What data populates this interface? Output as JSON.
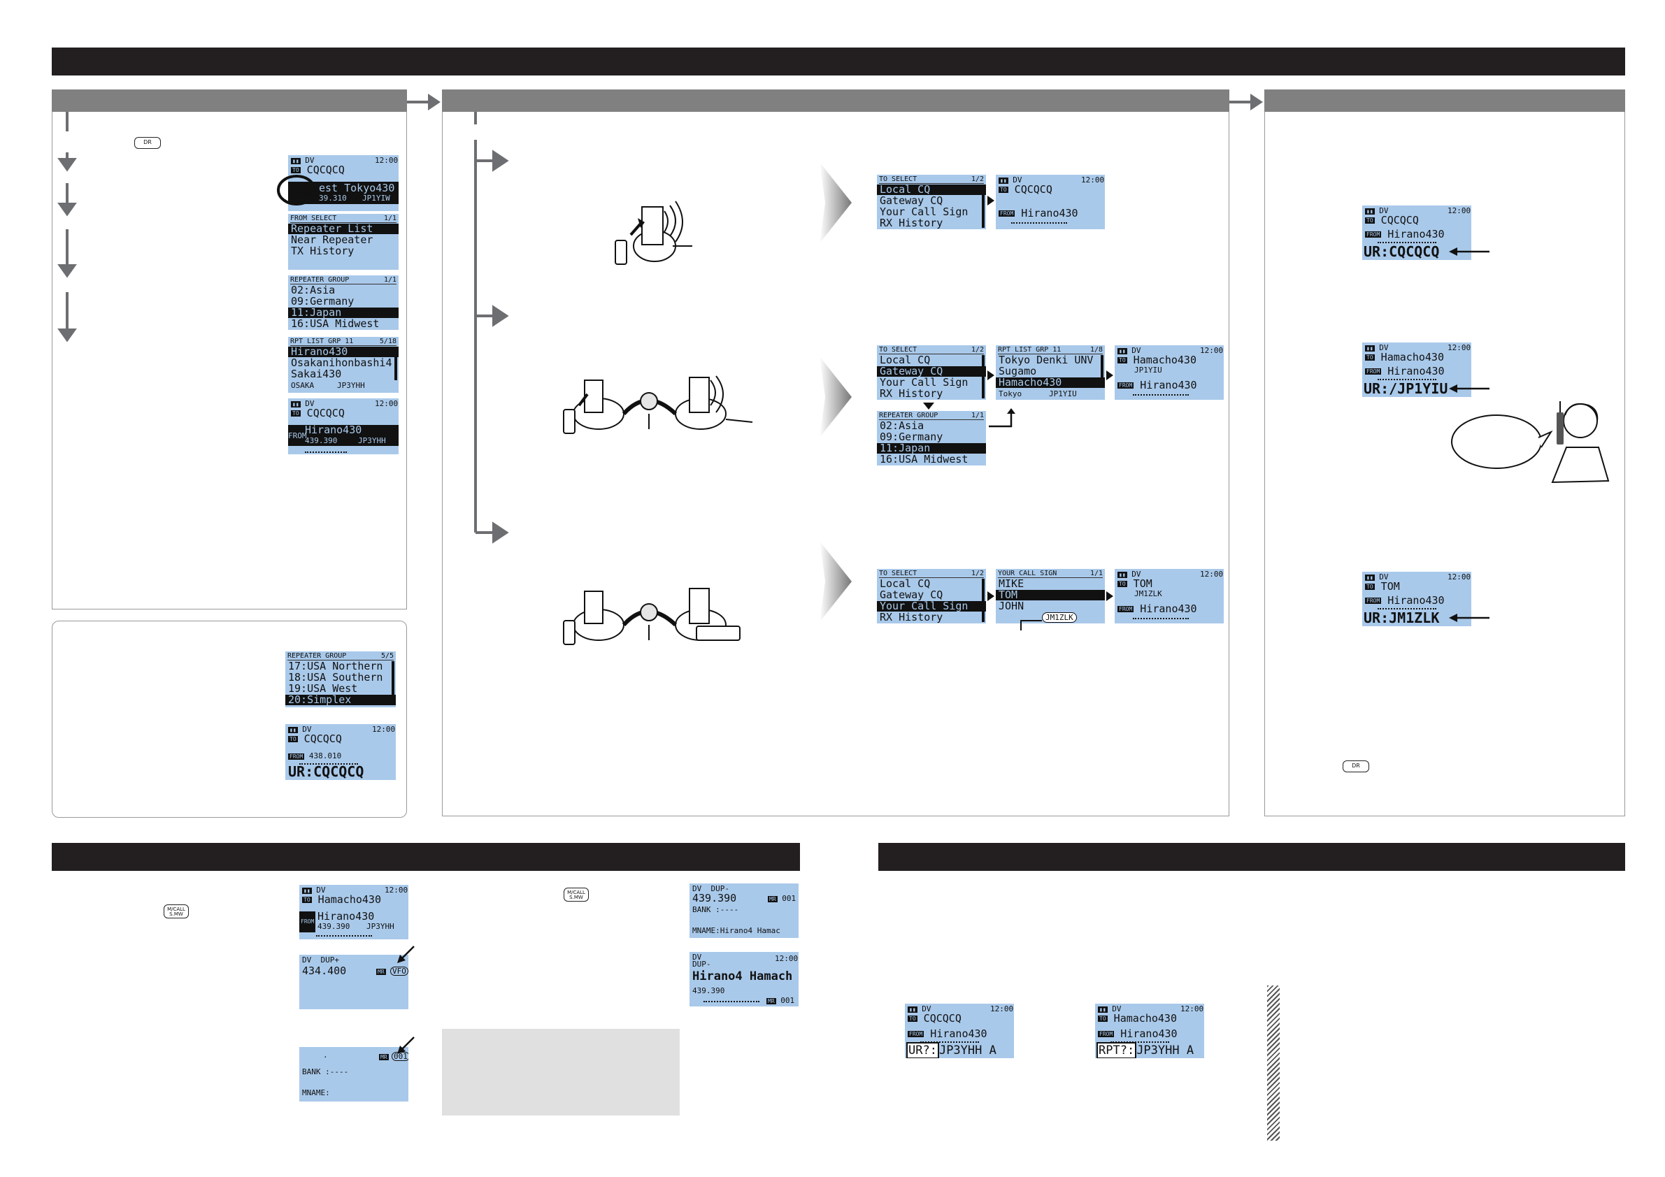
{
  "keys": {
    "dr": "DR",
    "mcall": "M/CALL\nS.MW"
  },
  "lcd_a": {
    "status": "DV",
    "time": "12:00",
    "to": "CQCQCQ",
    "from_name": "est Tokyo430",
    "freq": "39.310",
    "call": "JP1YIW",
    "to_tag": "TO",
    "from_tag": "FROM"
  },
  "lcd_b": {
    "header": "FROM SELECT",
    "page": "1/1",
    "items": [
      "Repeater List",
      "Near Repeater",
      "TX History"
    ]
  },
  "lcd_c": {
    "header": "REPEATER GROUP",
    "page": "1/1",
    "items": [
      "02:Asia",
      "09:Germany",
      "11:Japan",
      "16:USA Midwest"
    ]
  },
  "lcd_d": {
    "header": "RPT LIST GRP 11",
    "page": "5/18",
    "items": [
      "Hirano430",
      "Osakanihonbashi4",
      "Sakai430"
    ],
    "foot_left": "OSAKA",
    "foot_right": "JP3YHH"
  },
  "lcd_e": {
    "status": "DV",
    "time": "12:00",
    "to": "CQCQCQ",
    "from_name": "Hirano430",
    "freq": "439.390",
    "call": "JP3YHH",
    "to_tag": "TO",
    "from_tag": "FROM"
  },
  "lcd_f": {
    "header": "REPEATER GROUP",
    "page": "5/5",
    "items": [
      "17:USA Northern",
      "18:USA Southern",
      "19:USA West",
      "20:Simplex"
    ]
  },
  "lcd_g": {
    "status": "DV",
    "time": "12:00",
    "to": "CQCQCQ",
    "freq": "438.010",
    "ur": "UR:CQCQCQ",
    "to_tag": "TO",
    "from_tag": "FROM"
  },
  "lcd_h": {
    "header": "TO SELECT",
    "page": "1/2",
    "items": [
      "Local CQ",
      "Gateway CQ",
      "Your Call Sign",
      "RX History"
    ]
  },
  "lcd_i": {
    "status": "DV",
    "time": "12:00",
    "to": "CQCQCQ",
    "from_name": "Hirano430",
    "to_tag": "TO",
    "from_tag": "FROM"
  },
  "lcd_j": {
    "header": "TO SELECT",
    "page": "1/2",
    "items": [
      "Local CQ",
      "Gateway CQ",
      "Your Call Sign",
      "RX History"
    ]
  },
  "lcd_k": {
    "header": "RPT LIST GRP 11",
    "page": "1/8",
    "items": [
      "Tokyo Denki UNV",
      "Sugamo",
      "Hamacho430"
    ],
    "foot_left": "Tokyo",
    "foot_right": "JP1YIU"
  },
  "lcd_l": {
    "status": "DV",
    "time": "12:00",
    "to": "Hamacho430",
    "to_call": "JP1YIU",
    "from_name": "Hirano430",
    "to_tag": "TO",
    "from_tag": "FROM"
  },
  "lcd_m": {
    "header": "REPEATER GROUP",
    "page": "1/1",
    "items": [
      "02:Asia",
      "09:Germany",
      "11:Japan",
      "16:USA Midwest"
    ]
  },
  "lcd_n": {
    "header": "TO SELECT",
    "page": "1/2",
    "items": [
      "Local CQ",
      "Gateway CQ",
      "Your Call Sign",
      "RX History"
    ]
  },
  "lcd_o": {
    "header": "YOUR CALL SIGN",
    "page": "1/1",
    "items": [
      "MIKE",
      "TOM",
      "JOHN"
    ],
    "callout": "JM1ZLK"
  },
  "lcd_p": {
    "status": "DV",
    "time": "12:00",
    "to": "TOM",
    "to_call": "JM1ZLK",
    "from_name": "Hirano430",
    "to_tag": "TO",
    "from_tag": "FROM"
  },
  "lcd_q": {
    "status": "DV",
    "time": "12:00",
    "to": "CQCQCQ",
    "from_name": "Hirano430",
    "ur": "UR:CQCQCQ",
    "to_tag": "TO",
    "from_tag": "FROM"
  },
  "lcd_r": {
    "status": "DV",
    "time": "12:00",
    "to": "Hamacho430",
    "from_name": "Hirano430",
    "ur": "UR:/JP1YIU",
    "to_tag": "TO",
    "from_tag": "FROM"
  },
  "lcd_s": {
    "status": "DV",
    "time": "12:00",
    "to": "TOM",
    "from_name": "Hirano430",
    "ur": "UR:JM1ZLK",
    "to_tag": "TO",
    "from_tag": "FROM"
  },
  "lcd_t": {
    "status": "DV",
    "time": "12:00",
    "to": "Hamacho430",
    "from_name": "Hirano430",
    "freq": "439.390",
    "call": "JP3YHH",
    "to_tag": "TO",
    "from_tag": "FROM"
  },
  "lcd_u": {
    "status": "DV",
    "dup": "DUP+",
    "freq": "434.400",
    "vfo": "VFO",
    "mr": "MR"
  },
  "lcd_v": {
    "dot": ".",
    "ch": "001",
    "bank": "BANK :----",
    "mname": "MNAME:",
    "mr": "MR"
  },
  "lcd_w": {
    "status": "DV",
    "dup": "DUP-",
    "freq": "439.390",
    "ch": "001",
    "bank": "BANK :----",
    "mname": "MNAME:Hirano4 Hamac",
    "mr": "MR"
  },
  "lcd_x": {
    "status": "DV",
    "dup": "DUP-",
    "time": "12:00",
    "name": "Hirano4 Hamach",
    "freq": "439.390",
    "ch": "001",
    "mr": "MR"
  },
  "lcd_y": {
    "status": "DV",
    "time": "12:00",
    "to": "CQCQCQ",
    "from_name": "Hirano430",
    "ur": "UR?:",
    "ur_call": "JP3YHH A",
    "to_tag": "TO",
    "from_tag": "FROM"
  },
  "lcd_z": {
    "status": "DV",
    "time": "12:00",
    "to": "Hamacho430",
    "from_name": "Hirano430",
    "rpt": "RPT?:",
    "rpt_call": "JP3YHH A",
    "to_tag": "TO",
    "from_tag": "FROM"
  }
}
